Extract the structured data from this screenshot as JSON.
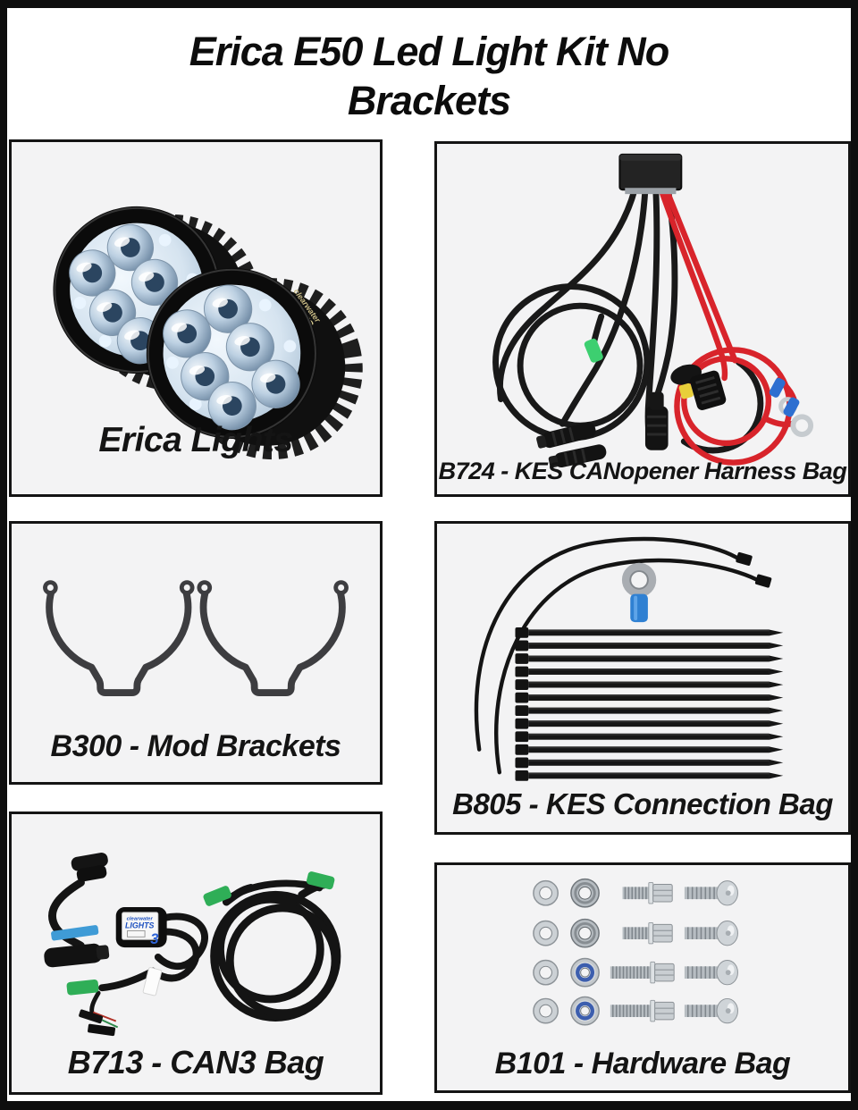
{
  "header": {
    "title": "Erica E50 Led Light Kit No Brackets"
  },
  "panels": [
    {
      "label": "Erica Lights"
    },
    {
      "label": "B724 - KES CANopener Harness Bag"
    },
    {
      "label": "B300 - Mod Brackets"
    },
    {
      "label": "B805 - KES Connection Bag"
    },
    {
      "label": "B713 - CAN3 Bag"
    },
    {
      "label": "B101 - Hardware Bag"
    }
  ],
  "branding": {
    "logo_line1": "clearwater",
    "logo_line2": "LIGHTS",
    "module_number": "3"
  },
  "counts": {
    "led_lights": 2,
    "mod_brackets": 2,
    "long_cable_ties": 2,
    "short_cable_ties": 12,
    "ring_terminals_b805": 1,
    "hardware_rows": 4
  },
  "colors": {
    "page_background": "#0e0e0e",
    "gutter": "#ffffff",
    "panel_fill": "#f3f3f4",
    "panel_border": "#141414",
    "wire_black": "#191919",
    "wire_red": "#d8242b",
    "connector_green": "#3dcf70",
    "terminal_blue": "#2e6fd0",
    "nylon_nut_blue": "#3c5eae",
    "fuse_yellow": "#e8cf3a"
  }
}
